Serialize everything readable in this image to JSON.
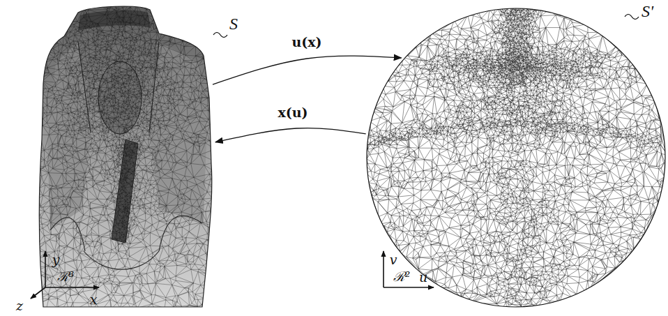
{
  "diagram": {
    "nodes": [
      {
        "text": [
          "S"
        ]
      },
      {
        "text": [
          "S'"
        ]
      }
    ],
    "edges": [
      {
        "from": 0,
        "to": 1,
        "arrow": "to",
        "label": "u(x)"
      },
      {
        "from": 1,
        "to": 0,
        "arrow": "to",
        "label": "x(u)"
      }
    ],
    "labels": [
      "y",
      "ℛ³",
      "x",
      "z",
      "v",
      "ℛ²",
      "u"
    ]
  }
}
